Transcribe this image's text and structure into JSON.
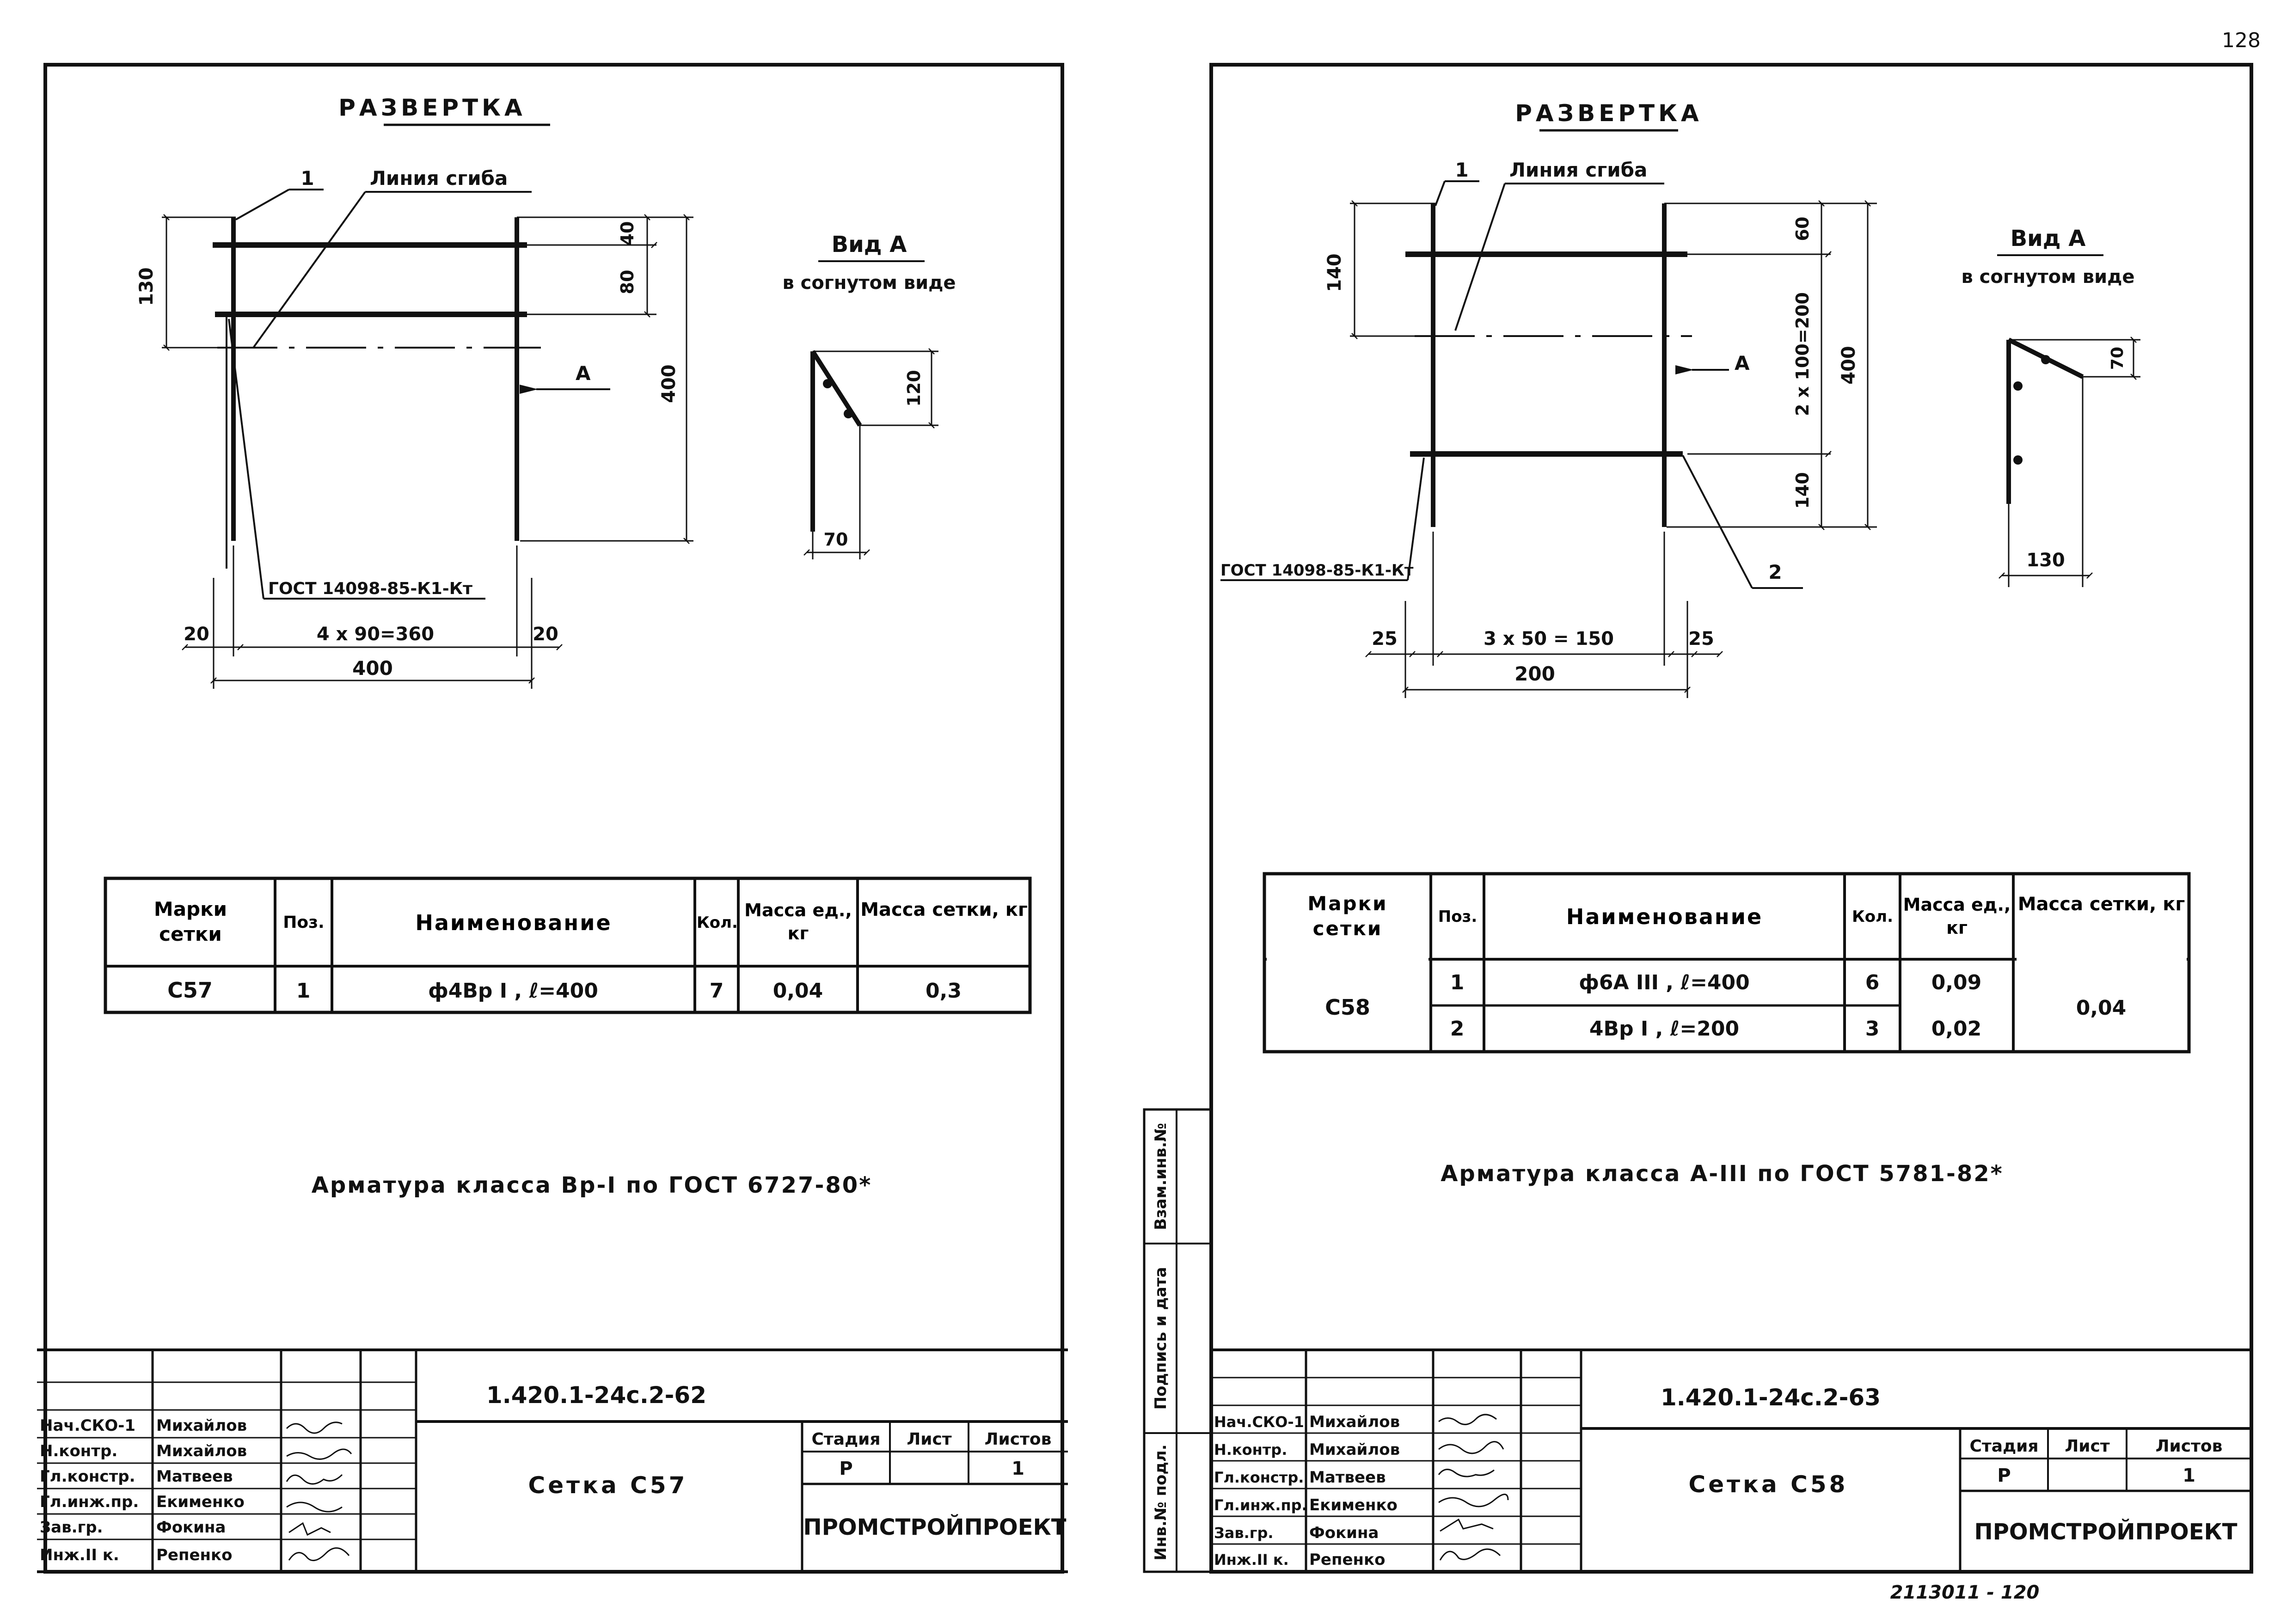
{
  "page_number": "128",
  "bottom_note": "2113011 - 120",
  "ink_color": "#111111",
  "left_sheet": {
    "razvertka_title": "РАЗВЕРТКА",
    "callout_1": "1",
    "bend_line_label": "Линия сгиба",
    "arrow_label": "А",
    "gost_label": "ГОСТ 14098-85-К1-Кт",
    "dims": {
      "d130": "130",
      "d40": "40",
      "d80": "80",
      "d400v": "400",
      "d20l": "20",
      "d4x90": "4 х 90=360",
      "d20r": "20",
      "d400h": "400"
    },
    "view_title": "Вид А",
    "view_subtitle": "в согнутом виде",
    "view_dims": {
      "d120": "120",
      "d70": "70"
    },
    "table": {
      "headers": [
        "Марки сетки",
        "Поз.",
        "Наименование",
        "Кол.",
        "Масса ед., кг",
        "Масса сетки, кг"
      ],
      "rows": [
        [
          "С57",
          "1",
          "ф4Вр I , ℓ=400",
          "7",
          "0,04",
          "0,3"
        ]
      ]
    },
    "note": "Арматура класса Вр-I по ГОСТ 6727-80*",
    "title_block": {
      "code": "1.420.1-24с.2-62",
      "sheet_name": "Сетка С57",
      "stage_header": "Стадия",
      "sheet_header": "Лист",
      "sheets_header": "Листов",
      "stage": "Р",
      "sheet": "",
      "sheets": "1",
      "org": "ПРОМСТРОЙПРОЕКТ",
      "people": [
        [
          "Нач.СКО-1",
          "Михайлов"
        ],
        [
          "Н.контр.",
          "Михайлов"
        ],
        [
          "Гл.констр.",
          "Матвеев"
        ],
        [
          "Гл.инж.пр.",
          "Екименко"
        ],
        [
          "Зав.гр.",
          "Фокина"
        ],
        [
          "Инж.II к.",
          "Репенко"
        ]
      ]
    }
  },
  "right_sheet": {
    "razvertka_title": "РАЗВЕРТКА",
    "callout_1": "1",
    "callout_2": "2",
    "bend_line_label": "Линия сгиба",
    "arrow_label": "А",
    "gost_label": "ГОСТ 14098-85-К1-Кт",
    "dims": {
      "d140t": "140",
      "d60": "60",
      "d2x100": "2 х 100=200",
      "d400v": "400",
      "d140b": "140",
      "d25l": "25",
      "d3x50": "3 х 50 = 150",
      "d25r": "25",
      "d200": "200"
    },
    "view_title": "Вид А",
    "view_subtitle": "в согнутом виде",
    "view_dims": {
      "d70": "70",
      "d130": "130"
    },
    "table": {
      "headers": [
        "Марки сетки",
        "Поз.",
        "Наименование",
        "Кол.",
        "Масса ед., кг",
        "Масса сетки, кг"
      ],
      "mark": "С58",
      "mesh_mass": "0,04",
      "rows": [
        [
          "1",
          "ф6А III , ℓ=400",
          "6",
          "0,09"
        ],
        [
          "2",
          "4Вр I , ℓ=200",
          "3",
          "0,02"
        ]
      ]
    },
    "note": "Арматура класса А-III по ГОСТ 5781-82*",
    "side_stamp": [
      "Инв.№ подл.",
      "Подпись и дата",
      "Взам.инв.№"
    ],
    "title_block": {
      "code": "1.420.1-24с.2-63",
      "sheet_name": "Сетка С58",
      "stage_header": "Стадия",
      "sheet_header": "Лист",
      "sheets_header": "Листов",
      "stage": "Р",
      "sheet": "",
      "sheets": "1",
      "org": "ПРОМСТРОЙПРОЕКТ",
      "people": [
        [
          "Нач.СКО-1",
          "Михайлов"
        ],
        [
          "Н.контр.",
          "Михайлов"
        ],
        [
          "Гл.констр.",
          "Матвеев"
        ],
        [
          "Гл.инж.пр.",
          "Екименко"
        ],
        [
          "Зав.гр.",
          "Фокина"
        ],
        [
          "Инж.II к.",
          "Репенко"
        ]
      ]
    }
  }
}
